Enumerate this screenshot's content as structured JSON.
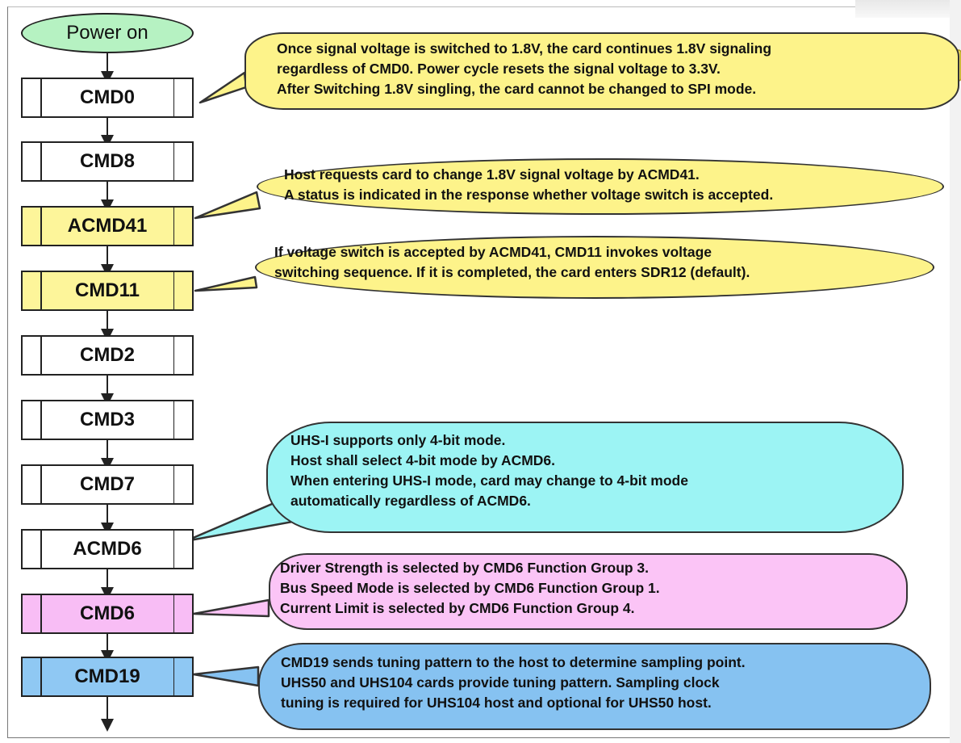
{
  "start_label": "Power on",
  "steps": [
    "CMD0",
    "CMD8",
    "ACMD41",
    "CMD11",
    "CMD2",
    "CMD3",
    "CMD7",
    "ACMD6",
    "CMD6",
    "CMD19"
  ],
  "notes": {
    "cmd0": [
      "Once signal voltage is switched to 1.8V, the card continues 1.8V signaling",
      "regardless of CMD0. Power cycle resets the signal voltage to 3.3V.",
      "After Switching 1.8V singling, the card cannot be changed to SPI mode."
    ],
    "acmd41": [
      "Host requests card to change 1.8V signal voltage by ACMD41.",
      "A status is indicated in the response whether voltage switch is accepted."
    ],
    "cmd11": [
      "If voltage switch is accepted by ACMD41, CMD11 invokes voltage",
      "switching sequence. If it is completed, the card enters SDR12 (default)."
    ],
    "acmd6": [
      "UHS-I supports only 4-bit mode.",
      "Host shall select 4-bit mode by ACMD6.",
      "When entering UHS-I mode, card may change to 4-bit mode",
      "automatically regardless of ACMD6."
    ],
    "cmd6": [
      "Driver Strength is selected by CMD6 Function Group 3.",
      "Bus Speed Mode is selected by CMD6 Function Group 1.",
      "Current Limit is selected by CMD6 Function Group 4."
    ],
    "cmd19": [
      "CMD19 sends tuning pattern to the host to determine sampling point.",
      "UHS50 and UHS104 cards provide tuning pattern. Sampling clock",
      "tuning is required for UHS104 host and optional for UHS50 host."
    ]
  },
  "colors": {
    "start_fill": "#b6f2c2",
    "step_default": "#ffffff",
    "step_voltage": "#fdf59a",
    "step_cmd6": "#f8bdf5",
    "step_cmd19": "#8fc8f3",
    "note_yellow": "#fdf38a",
    "note_cyan": "#9cf4f4",
    "note_pink": "#fbc4f6",
    "note_blue": "#86c2f1",
    "comment_icon": "#f5e35a"
  },
  "comment_icon": "sticky-note-icon"
}
